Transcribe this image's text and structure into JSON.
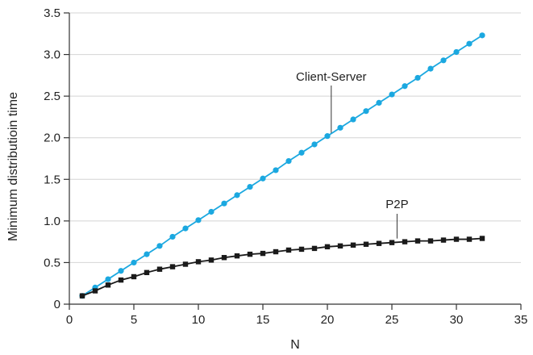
{
  "chart_data": {
    "type": "line",
    "xlabel": "N",
    "ylabel": "Minimum distributioin time",
    "xlim": [
      0,
      35
    ],
    "ylim": [
      0,
      3.5
    ],
    "xticks": [
      0,
      5,
      10,
      15,
      20,
      25,
      30,
      35
    ],
    "yticks": [
      0,
      0.5,
      1.0,
      1.5,
      2.0,
      2.5,
      3.0,
      3.5
    ],
    "xtick_labels": [
      "0",
      "5",
      "10",
      "15",
      "20",
      "25",
      "30",
      "35"
    ],
    "ytick_labels": [
      "0",
      "0.5",
      "1.0",
      "1.5",
      "2.0",
      "2.5",
      "3.0",
      "3.5"
    ],
    "grid": "horizontal",
    "x": [
      1,
      2,
      3,
      4,
      5,
      6,
      7,
      8,
      9,
      10,
      11,
      12,
      13,
      14,
      15,
      16,
      17,
      18,
      19,
      20,
      21,
      22,
      23,
      24,
      25,
      26,
      27,
      28,
      29,
      30,
      31,
      32
    ],
    "series": [
      {
        "name": "Client-Server",
        "color": "#1ba8e0",
        "marker": "circle",
        "values": [
          0.1,
          0.2,
          0.3,
          0.4,
          0.5,
          0.6,
          0.7,
          0.81,
          0.91,
          1.01,
          1.11,
          1.21,
          1.31,
          1.41,
          1.51,
          1.61,
          1.72,
          1.82,
          1.92,
          2.02,
          2.12,
          2.22,
          2.32,
          2.42,
          2.52,
          2.62,
          2.72,
          2.83,
          2.93,
          3.03,
          3.13,
          3.23
        ]
      },
      {
        "name": "P2P",
        "color": "#1a1a1a",
        "marker": "square",
        "values": [
          0.1,
          0.16,
          0.23,
          0.29,
          0.33,
          0.38,
          0.42,
          0.45,
          0.48,
          0.51,
          0.53,
          0.56,
          0.58,
          0.6,
          0.61,
          0.63,
          0.65,
          0.66,
          0.67,
          0.69,
          0.7,
          0.71,
          0.72,
          0.73,
          0.74,
          0.75,
          0.76,
          0.76,
          0.77,
          0.78,
          0.78,
          0.79
        ]
      }
    ],
    "annotations": [
      {
        "text": "Client-Server",
        "series": "Client-Server",
        "at_x": 20
      },
      {
        "text": "P2P",
        "series": "P2P",
        "at_x": 25.5
      }
    ]
  }
}
